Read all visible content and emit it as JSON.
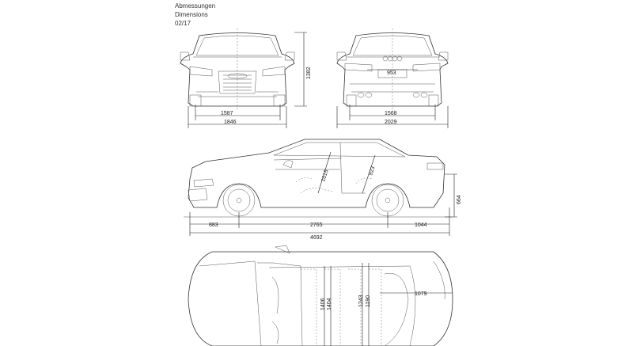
{
  "header": {
    "title_de": "Abmessungen",
    "title_en": "Dimensions",
    "date_code": "02/17"
  },
  "dimensions": {
    "front_track": "1587",
    "front_width": "1846",
    "front_height": "1382",
    "rear_track": "1568",
    "rear_width": "2029",
    "rear_plate_width": "953",
    "front_headroom": "1015",
    "rear_headroom": "923",
    "boot_height": "664",
    "front_overhang": "883",
    "wheelbase": "2765",
    "rear_overhang": "1044",
    "overall_length": "4692",
    "top_rear_length": "1079",
    "interior_width_1": "1406",
    "interior_width_2": "1404",
    "interior_width_3": "1243",
    "interior_width_4": "1190"
  }
}
